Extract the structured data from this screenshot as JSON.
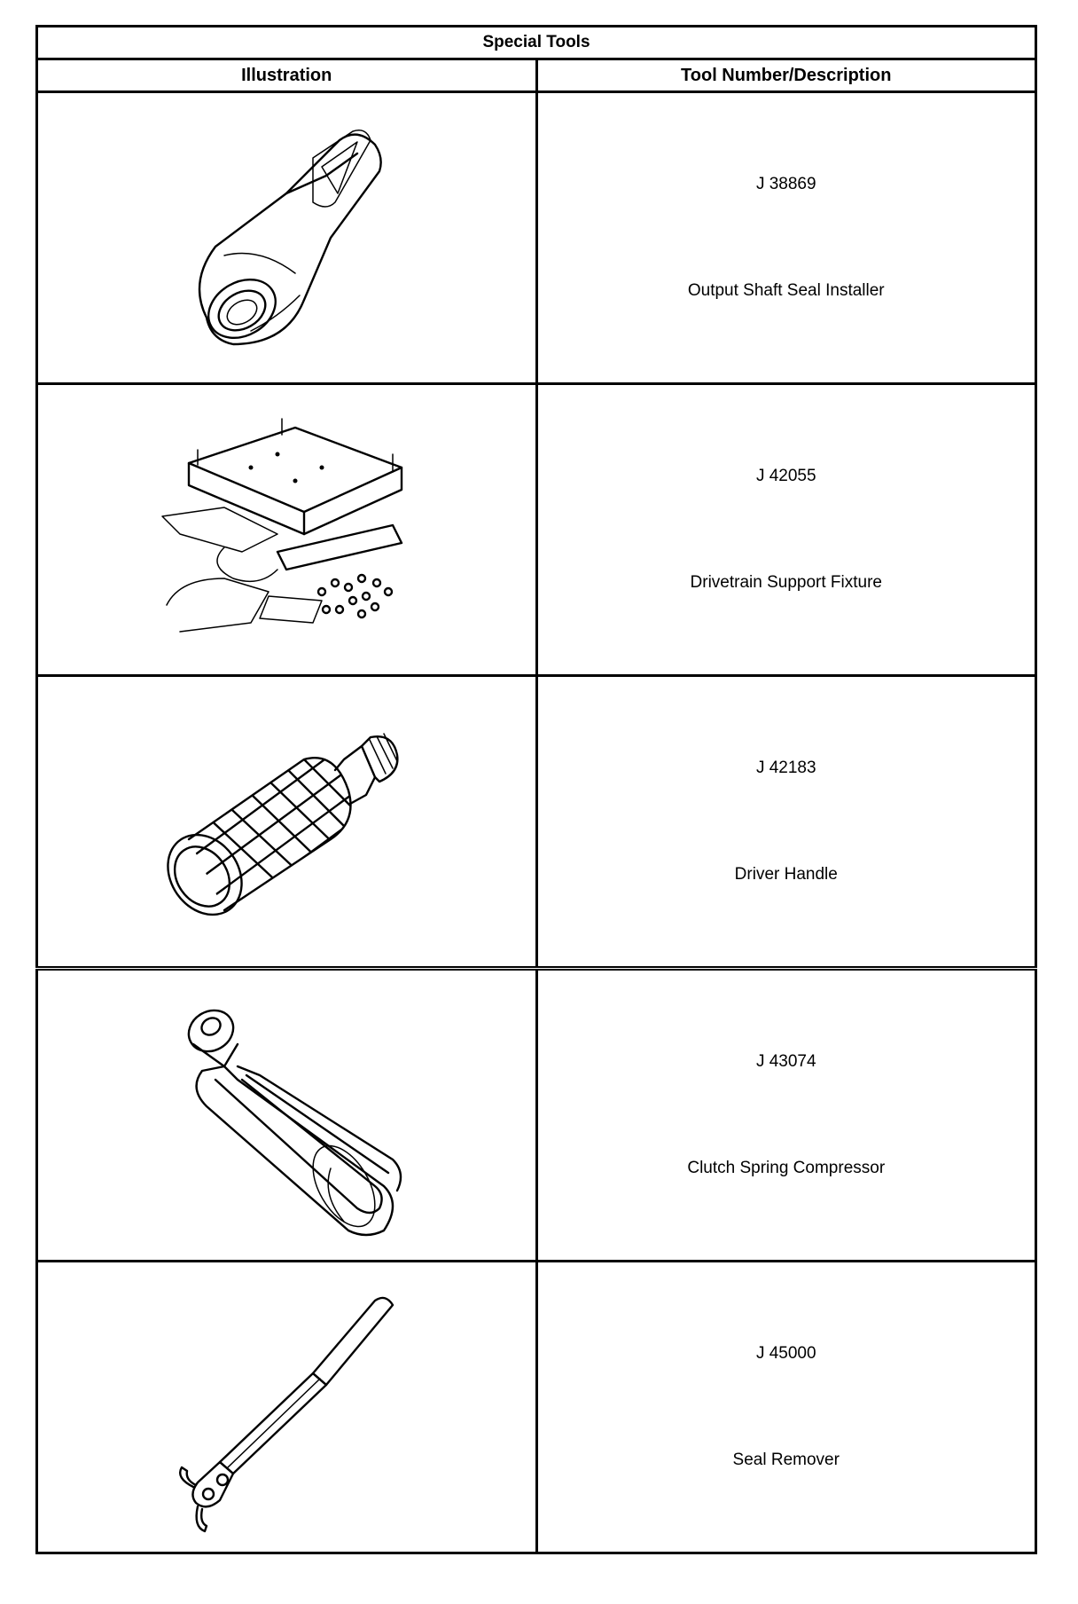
{
  "table": {
    "title": "Special Tools",
    "headers": {
      "illustration": "Illustration",
      "description": "Tool Number/Description"
    },
    "rows": [
      {
        "tool_number": "J 38869",
        "description": "Output Shaft Seal Installer",
        "icon": "seal-installer-icon"
      },
      {
        "tool_number": "J 42055",
        "description": "Drivetrain Support Fixture",
        "icon": "support-fixture-icon"
      },
      {
        "tool_number": "J 42183",
        "description": "Driver Handle",
        "icon": "driver-handle-icon"
      },
      {
        "tool_number": "J 43074",
        "description": "Clutch Spring Compressor",
        "icon": "spring-compressor-icon"
      },
      {
        "tool_number": "J 45000",
        "description": "Seal Remover",
        "icon": "seal-remover-icon"
      }
    ]
  }
}
